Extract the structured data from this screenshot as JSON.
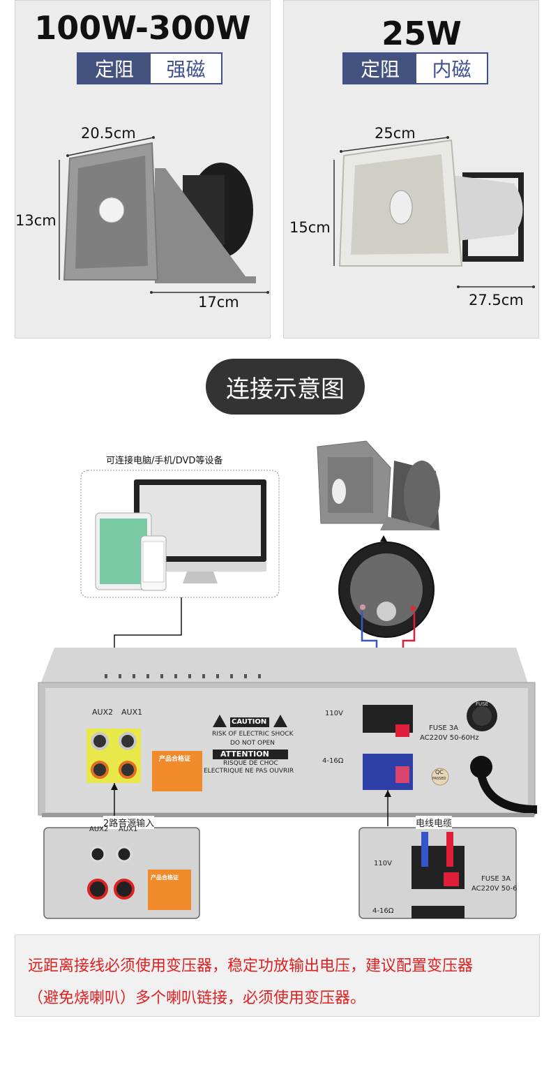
{
  "products": [
    {
      "power": "100W-300W",
      "tag_left": "定阻",
      "tag_right": "强磁",
      "dims": {
        "width": "20.5cm",
        "height": "13cm",
        "depth": "17cm"
      }
    },
    {
      "power": "25W",
      "tag_left": "定阻",
      "tag_right": "内磁",
      "dims": {
        "width": "25cm",
        "height": "15cm",
        "depth": "27.5cm"
      }
    }
  ],
  "section_title": "连接示意图",
  "device_caption": "可连接电脑/手机/DVD等设备",
  "amp_labels": {
    "aux2": "AUX2",
    "aux1": "AUX1",
    "caution": "CAUTION",
    "shock": "RISK OF ELECTRIC SHOCK",
    "do_not_open": "DO NOT OPEN",
    "attention": "ATTENTION",
    "risque": "RISQUE DE CHOC",
    "electrique": "ELECTRIQUE NE PAS OUVRIR",
    "cert": "产品合格证",
    "v110": "110V",
    "ohm": "4-16Ω",
    "fuse": "FUSE  3A",
    "ac": "AC220V 50-60Hz",
    "qc": "QC",
    "passed": "PASSED",
    "fuse_cap": "FUSE"
  },
  "inset_left": {
    "caption": "2路音源输入",
    "aux2": "AUX2",
    "aux1": "AUX1",
    "cert": "产品合格证"
  },
  "inset_right": {
    "caption": "电线电缆",
    "v110": "110V",
    "fuse": "FUSE  3A",
    "ac": "AC220V 50-6",
    "ohm": "4-16Ω"
  },
  "notice": {
    "line1": "远距离接线必须使用变压器，稳定功放输出电压，建议配置变压器",
    "line2": "（避免烧喇叭）多个喇叭链接，必须使用变压器。"
  },
  "colors": {
    "tag_dark": "#43527f",
    "notice_red": "#e02020",
    "pill": "#333333",
    "wire_red": "#e0203a",
    "wire_blue": "#3556c8"
  }
}
